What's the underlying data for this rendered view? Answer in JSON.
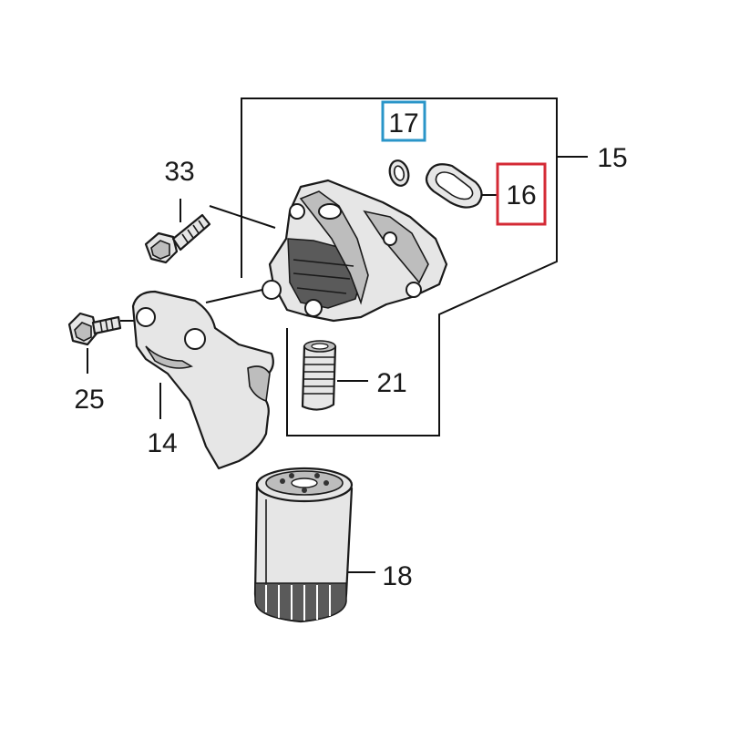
{
  "callouts": {
    "p14": "14",
    "p15": "15",
    "p16": "16",
    "p17": "17",
    "p18": "18",
    "p21": "21",
    "p25": "25",
    "p33": "33"
  },
  "highlight_colors": {
    "p17_box": "#2a95c8",
    "p16_box": "#d42a35"
  }
}
